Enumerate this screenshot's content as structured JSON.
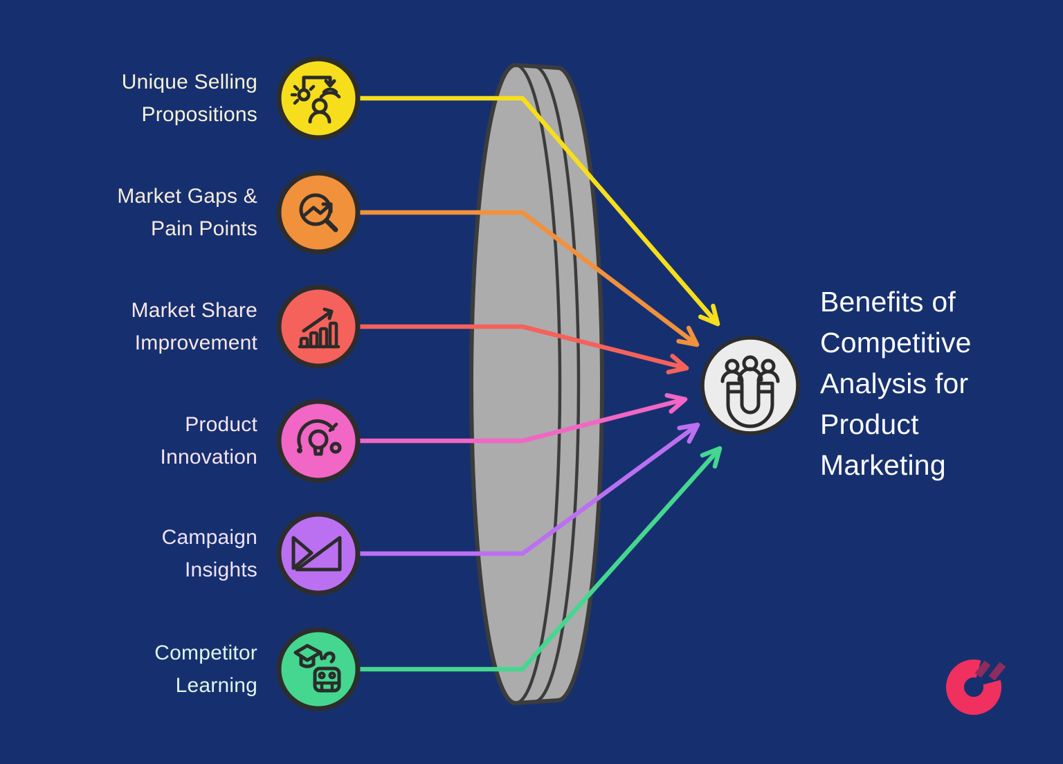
{
  "background_color": "#16306F",
  "title": {
    "lines": [
      "Benefits of",
      "Competitive",
      "Analysis for",
      "Product",
      "Marketing"
    ],
    "color": "#FDFDFD"
  },
  "funnel": {
    "icon": "lens-funnel-shape",
    "fill": "#ACACAC"
  },
  "hub": {
    "icon": "magnet-attracting-audience-icon",
    "fill": "#ECECEC"
  },
  "rows": [
    {
      "lines": [
        "Unique Selling",
        "Propositions"
      ],
      "color": "#F6DE1C",
      "label_color": "#F8F2D7",
      "icon": "idea-broadcast-person-icon"
    },
    {
      "lines": [
        "Market Gaps &",
        "Pain Points"
      ],
      "color": "#F1913C",
      "label_color": "#F7EBDC",
      "icon": "magnifier-trend-icon"
    },
    {
      "lines": [
        "Market Share",
        "Improvement"
      ],
      "color": "#F4625B",
      "label_color": "#FAE7E6",
      "icon": "growth-bar-chart-icon"
    },
    {
      "lines": [
        "Product",
        "Innovation"
      ],
      "color": "#F266C5",
      "label_color": "#F9E4F1",
      "icon": "lightbulb-gauge-icon"
    },
    {
      "lines": [
        "Campaign",
        "Insights"
      ],
      "color": "#BB70F1",
      "label_color": "#F0E2FB",
      "icon": "triangle-flag-chart-icon"
    },
    {
      "lines": [
        "Competitor",
        "Learning"
      ],
      "color": "#45D78F",
      "label_color": "#DFF5EC",
      "icon": "graduation-robot-icon"
    }
  ],
  "logo": {
    "name": "chisel-logo",
    "c_color": "#F0305E",
    "stripe_color": "#8E2C5E"
  }
}
